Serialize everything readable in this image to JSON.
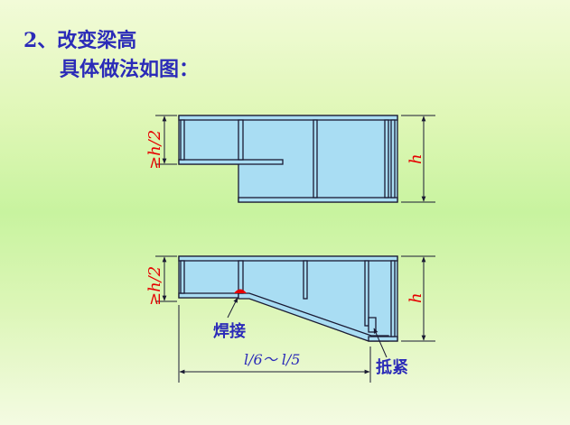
{
  "heading": {
    "line1": "2、改变梁高",
    "line2": "具体做法如图："
  },
  "diagram": {
    "top": {
      "dim_left": "≥h/2",
      "dim_right": "h"
    },
    "bottom": {
      "dim_left": "≥h/2",
      "dim_right": "h",
      "label_weld": "焊接",
      "label_length": "l/6～ l/5",
      "label_bearing": "抵紧"
    }
  },
  "colors": {
    "text_blue": "#2b2bb8",
    "dim_red": "#e60000",
    "steel_fill": "#a9ddf3",
    "outline": "#1a1a33"
  }
}
